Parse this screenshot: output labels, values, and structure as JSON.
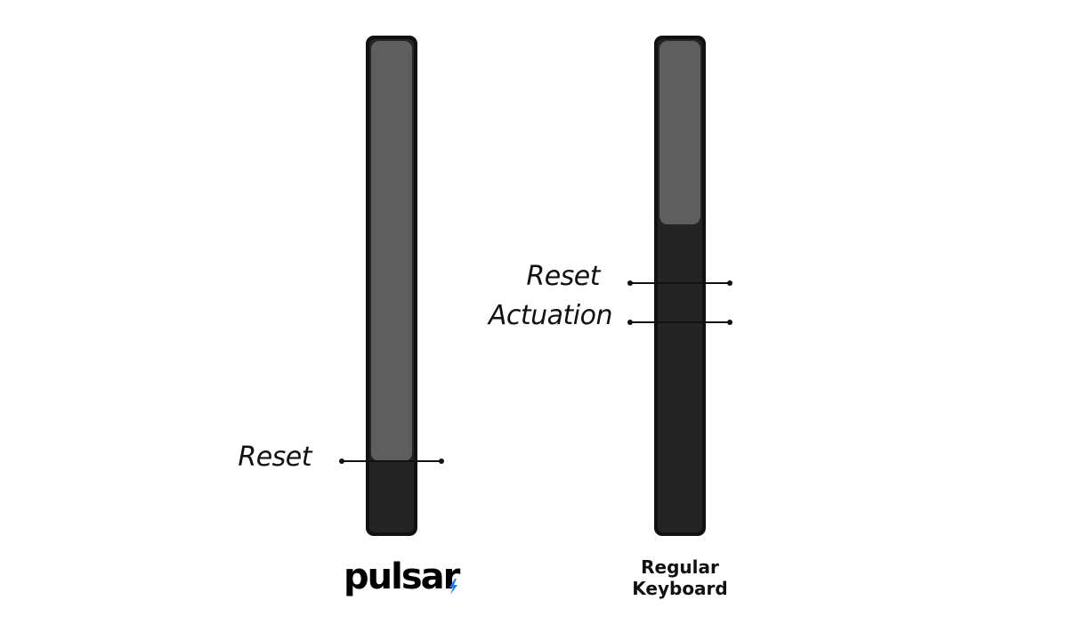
{
  "colors": {
    "background": "#ffffff",
    "key_frame": "#111111",
    "switch_body": "#242424",
    "keycap": "#5e5e5e",
    "line": "#111111",
    "brand_accent": "#1e7be6"
  },
  "keys": [
    {
      "id": "pulsar",
      "brand_logo_text": "pulsar",
      "brand_accent_icon": "lightning-bolt-icon",
      "labels": [
        {
          "text": "Reset"
        }
      ]
    },
    {
      "id": "regular",
      "caption_lines": [
        "Regular",
        "Keyboard"
      ],
      "labels": [
        {
          "text": "Reset"
        },
        {
          "text": "Actuation"
        }
      ]
    }
  ]
}
